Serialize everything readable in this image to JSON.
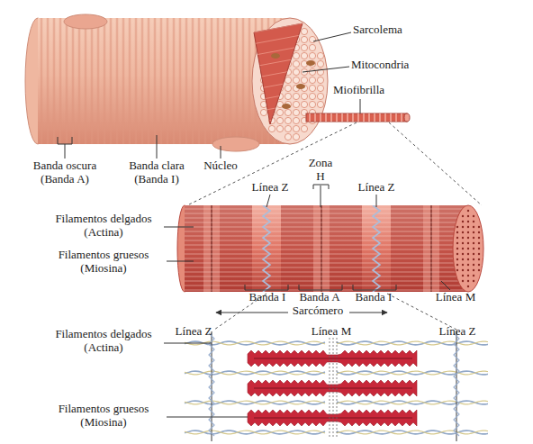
{
  "diagram": {
    "labels": [
      "Sarcolema",
      "Mitocondria",
      "Miofibrilla",
      "Banda oscura (Banda A)",
      "Banda clara (Banda I)",
      "Núcleo",
      "Zona H",
      "Línea Z",
      "Línea Z",
      "Filamentos delgados (Actina)",
      "Filamentos gruesos (Miosina)",
      "Banda I",
      "Banda A",
      "Banda I",
      "Línea M",
      "Sarcómero",
      "Filamentos delgados (Actina)",
      "Línea Z",
      "Línea M",
      "Línea Z",
      "Filamentos gruesos (Miosina)"
    ]
  }
}
